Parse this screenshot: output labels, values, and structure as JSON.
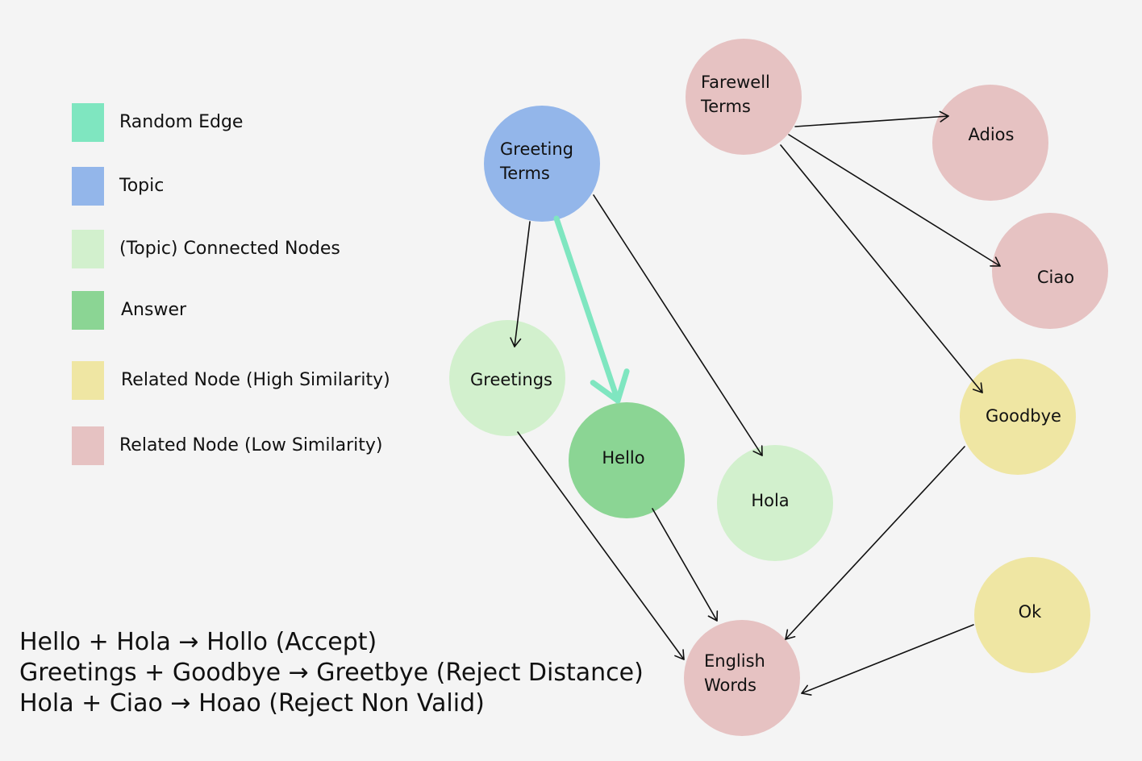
{
  "colors": {
    "random_edge": "#7fe6c0",
    "topic": "#93b6ea",
    "topic_connected": "#d2f0cd",
    "answer": "#8bd594",
    "high_similarity": "#efe6a3",
    "low_similarity": "#e6c2c2",
    "edge": "#111111",
    "background": "#f4f4f4"
  },
  "legend": [
    {
      "key": "random_edge",
      "label": "Random Edge"
    },
    {
      "key": "topic",
      "label": "Topic"
    },
    {
      "key": "topic_connected",
      "label": "(Topic) Connected Nodes"
    },
    {
      "key": "answer",
      "label": "Answer"
    },
    {
      "key": "high_similarity",
      "label": "Related Node (High Similarity)"
    },
    {
      "key": "low_similarity",
      "label": "Related Node (Low Similarity)"
    }
  ],
  "nodes": [
    {
      "id": "greeting_terms",
      "label": [
        "Greeting",
        "Terms"
      ],
      "kind": "topic"
    },
    {
      "id": "farewell_terms",
      "label": [
        "Farewell",
        "Terms"
      ],
      "kind": "low_similarity"
    },
    {
      "id": "adios",
      "label": [
        "Adios"
      ],
      "kind": "low_similarity"
    },
    {
      "id": "ciao",
      "label": [
        "Ciao"
      ],
      "kind": "low_similarity"
    },
    {
      "id": "greetings",
      "label": [
        "Greetings"
      ],
      "kind": "topic_connected"
    },
    {
      "id": "hello",
      "label": [
        "Hello"
      ],
      "kind": "answer"
    },
    {
      "id": "hola",
      "label": [
        "Hola"
      ],
      "kind": "topic_connected"
    },
    {
      "id": "goodbye",
      "label": [
        "Goodbye"
      ],
      "kind": "high_similarity"
    },
    {
      "id": "ok",
      "label": [
        "Ok"
      ],
      "kind": "high_similarity"
    },
    {
      "id": "english_words",
      "label": [
        "English",
        "Words"
      ],
      "kind": "low_similarity"
    }
  ],
  "edges": [
    {
      "from": "greeting_terms",
      "to": "greetings",
      "kind": "normal"
    },
    {
      "from": "greeting_terms",
      "to": "hola",
      "kind": "normal"
    },
    {
      "from": "greeting_terms",
      "to": "hello",
      "kind": "random"
    },
    {
      "from": "farewell_terms",
      "to": "adios",
      "kind": "normal"
    },
    {
      "from": "farewell_terms",
      "to": "ciao",
      "kind": "normal"
    },
    {
      "from": "farewell_terms",
      "to": "goodbye",
      "kind": "normal"
    },
    {
      "from": "greetings",
      "to": "english_words",
      "kind": "normal"
    },
    {
      "from": "hello",
      "to": "english_words",
      "kind": "normal"
    },
    {
      "from": "goodbye",
      "to": "english_words",
      "kind": "normal"
    },
    {
      "from": "ok",
      "to": "english_words",
      "kind": "normal"
    }
  ],
  "notes": [
    "Hello + Hola → Hollo (Accept)",
    "Greetings + Goodbye → Greetbye (Reject Distance)",
    "Hola + Ciao → Hoao (Reject Non Valid)"
  ]
}
